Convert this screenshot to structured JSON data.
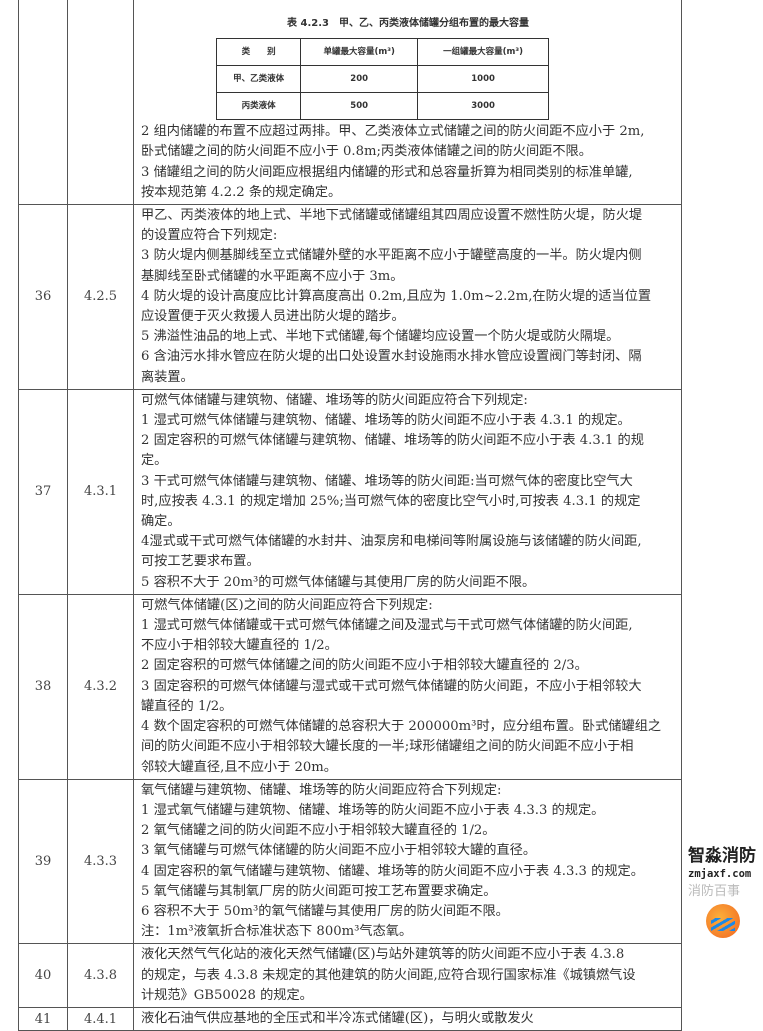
{
  "rows": [
    {
      "no": "",
      "clause": "",
      "subtable": {
        "title": "表 4.2.3　甲、乙、丙类液体储罐分组布置的最大容量",
        "headers": [
          "类　　别",
          "单罐最大容量(m³)",
          "一组罐最大容量(m³)"
        ],
        "rows": [
          [
            "甲、乙类液体",
            "200",
            "1000"
          ],
          [
            "丙类液体",
            "500",
            "3000"
          ]
        ]
      },
      "lines": [
        "2 组内储罐的布置不应超过两排。甲、乙类液体立式储罐之间的防火间距不应小于 2m,",
        "卧式储罐之间的防火间距不应小于 0.8m;丙类液体储罐之间的防火间距不限。",
        "3 储罐组之间的防火间距应根据组内储罐的形式和总容量折算为相同类别的标准单罐,",
        "按本规范第 4.2.2 条的规定确定。"
      ]
    },
    {
      "no": "36",
      "clause": "4.2.5",
      "lines": [
        "甲乙、丙类液体的地上式、半地下式储罐或储罐组其四周应设置不燃性防火堤，防火堤",
        "的设置应符合下列规定:",
        "3 防火堤内侧基脚线至立式储罐外壁的水平距离不应小于罐壁高度的一半。防火堤内侧",
        "基脚线至卧式储罐的水平距离不应小于 3m。",
        "4 防火堤的设计高度应比计算高度高出 0.2m,且应为 1.0m~2.2m,在防火堤的适当位置",
        "应设置便于灭火救援人员进出防火堤的踏步。",
        "5 沸溢性油品的地上式、半地下式储罐,每个储罐均应设置一个防火堤或防火隔堤。",
        "6 含油污水排水管应在防火堤的出口处设置水封设施雨水排水管应设置阀门等封闭、隔",
        "离装置。"
      ]
    },
    {
      "no": "37",
      "clause": "4.3.1",
      "lines": [
        "可燃气体储罐与建筑物、储罐、堆场等的防火间距应符合下列规定:",
        "1 湿式可燃气体储罐与建筑物、储罐、堆场等的防火间距不应小于表 4.3.1 的规定。",
        "2 固定容积的可燃气体储罐与建筑物、储罐、堆场等的防火间距不应小于表 4.3.1 的规",
        "定。",
        "3 干式可燃气体储罐与建筑物、储罐、堆场等的防火间距:当可燃气体的密度比空气大",
        "时,应按表 4.3.1 的规定增加 25%;当可燃气体的密度比空气小时,可按表 4.3.1 的规定",
        "确定。",
        "4湿式或干式可燃气体储罐的水封井、油泵房和电梯间等附属设施与该储罐的防火间距,",
        "可按工艺要求布置。",
        "5 容积不大于 20m³的可燃气体储罐与其使用厂房的防火间距不限。"
      ]
    },
    {
      "no": "38",
      "clause": "4.3.2",
      "lines": [
        "可燃气体储罐(区)之间的防火间距应符合下列规定:",
        "1 湿式可燃气体储罐或干式可燃气体储罐之间及湿式与干式可燃气体储罐的防火间距,",
        "不应小于相邻较大罐直径的 1/2。",
        "2 固定容积的可燃气体储罐之间的防火间距不应小于相邻较大罐直径的 2/3。",
        "3 固定容积的可燃气体储罐与湿式或干式可燃气体储罐的防火间距，不应小于相邻较大",
        "罐直径的 1/2。",
        "4 数个固定容积的可燃气体储罐的总容积大于 200000m³时，应分组布置。卧式储罐组之",
        "间的防火间距不应小于相邻较大罐长度的一半;球形储罐组之间的防火间距不应小于相",
        "邻较大罐直径,且不应小于 20m。"
      ]
    },
    {
      "no": "39",
      "clause": "4.3.3",
      "lines": [
        "氧气储罐与建筑物、储罐、堆场等的防火间距应符合下列规定:",
        "1 湿式氧气储罐与建筑物、储罐、堆场等的防火间距不应小于表 4.3.3 的规定。",
        "2 氧气储罐之间的防火间距不应小于相邻较大罐直径的 1/2。",
        "3 氧气储罐与可燃气体储罐的防火间距不应小于相邻较大罐的直径。",
        "4 固定容积的氧气储罐与建筑物、储罐、堆场等的防火间距不应小于表 4.3.3 的规定。",
        "5 氧气储罐与其制氧厂房的防火间距可按工艺布置要求确定。",
        "6 容积不大于 50m³的氧气储罐与其使用厂房的防火间距不限。",
        "注：1m³液氧折合标准状态下 800m³气态氧。"
      ]
    },
    {
      "no": "40",
      "clause": "4.3.8",
      "lines": [
        "液化天然气气化站的液化天然气储罐(区)与站外建筑等的防火间距不应小于表 4.3.8",
        "的规定，与表 4.3.8 未规定的其他建筑的防火间距,应符合现行国家标准《城镇燃气设",
        "计规范》GB50028 的规定。"
      ]
    },
    {
      "no": "41",
      "clause": "4.4.1",
      "lines": [
        "液化石油气供应基地的全压式和半冷冻式储罐(区)，与明火或散发火"
      ]
    }
  ],
  "watermark": {
    "faint_text": "消防百事",
    "brand_name": "智淼消防",
    "brand_url": "zmjaxf.com",
    "logo_colors": [
      "#f26522",
      "#fbb03b",
      "#1e88e5"
    ]
  }
}
